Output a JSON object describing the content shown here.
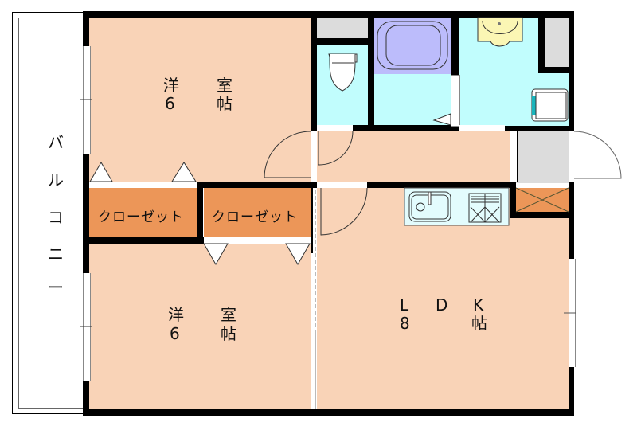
{
  "balcony": {
    "label_chars": [
      "バ",
      "ル",
      "コ",
      "ニ",
      "ー"
    ]
  },
  "rooms": {
    "western_room_upper": {
      "name": "洋　室",
      "line1_left": "洋",
      "line1_right": "室",
      "line2_left": "6",
      "line2_right": "帖"
    },
    "western_room_lower": {
      "name": "洋　室",
      "line1_left": "洋",
      "line1_right": "室",
      "line2_left": "6",
      "line2_right": "帖"
    },
    "ldk": {
      "line1_a": "L",
      "line1_b": "D",
      "line1_c": "K",
      "line2_left": "8",
      "line2_right": "帖"
    },
    "closet_left": {
      "label": "クローゼット"
    },
    "closet_right": {
      "label": "クローゼット"
    }
  },
  "fixtures": [
    "toilet-icon",
    "bathtub-icon",
    "washbasin-icon",
    "washing-machine-icon",
    "kitchen-sink-icon",
    "stove-icon"
  ],
  "colors": {
    "room": "#f9d3b7",
    "closet": "#ec9658",
    "wet_area": "#c1fdfd",
    "storage": "#dcdcdc",
    "bathtub": "#bcbcfb",
    "washbasin": "#fbf6b4",
    "wall": "#000000"
  }
}
